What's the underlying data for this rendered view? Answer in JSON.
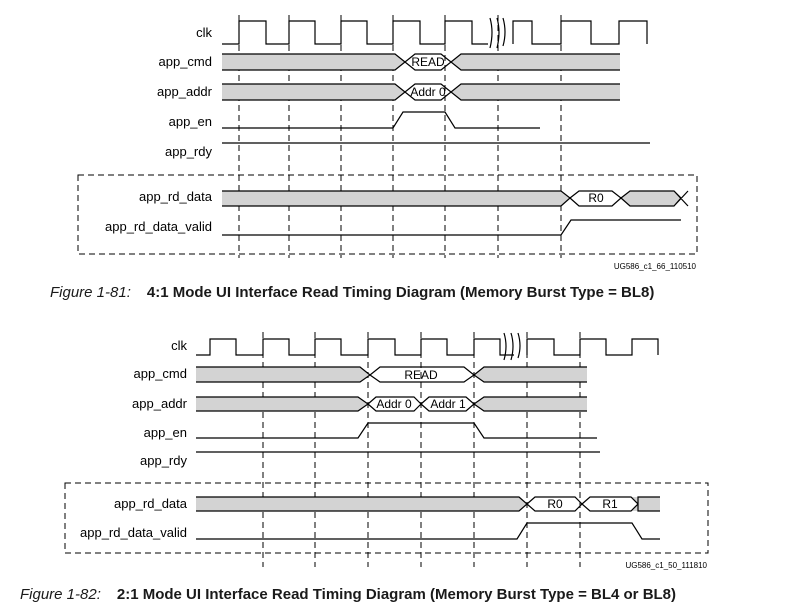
{
  "figures": [
    {
      "signals": [
        "clk",
        "app_cmd",
        "app_addr",
        "app_en",
        "app_rdy",
        "app_rd_data",
        "app_rd_data_valid"
      ],
      "cmd_value": "READ",
      "addr_values": [
        "Addr 0"
      ],
      "rd_data_values": [
        "R0"
      ],
      "ref": "UG586_c1_66_110510",
      "caption_number": "Figure 1-81:",
      "caption_title": "4:1 Mode UI Interface Read Timing Diagram (Memory Burst Type = BL8)"
    },
    {
      "signals": [
        "clk",
        "app_cmd",
        "app_addr",
        "app_en",
        "app_rdy",
        "app_rd_data",
        "app_rd_data_valid"
      ],
      "cmd_value": "READ",
      "addr_values": [
        "Addr 0",
        "Addr 1"
      ],
      "rd_data_values": [
        "R0",
        "R1"
      ],
      "ref": "UG586_c1_50_111810",
      "caption_number": "Figure 1-82:",
      "caption_title": "2:1 Mode UI Interface Read Timing Diagram (Memory Burst Type = BL4 or BL8)"
    }
  ],
  "colors": {
    "bus_fill": "#d3d3d3",
    "line": "#000000"
  }
}
